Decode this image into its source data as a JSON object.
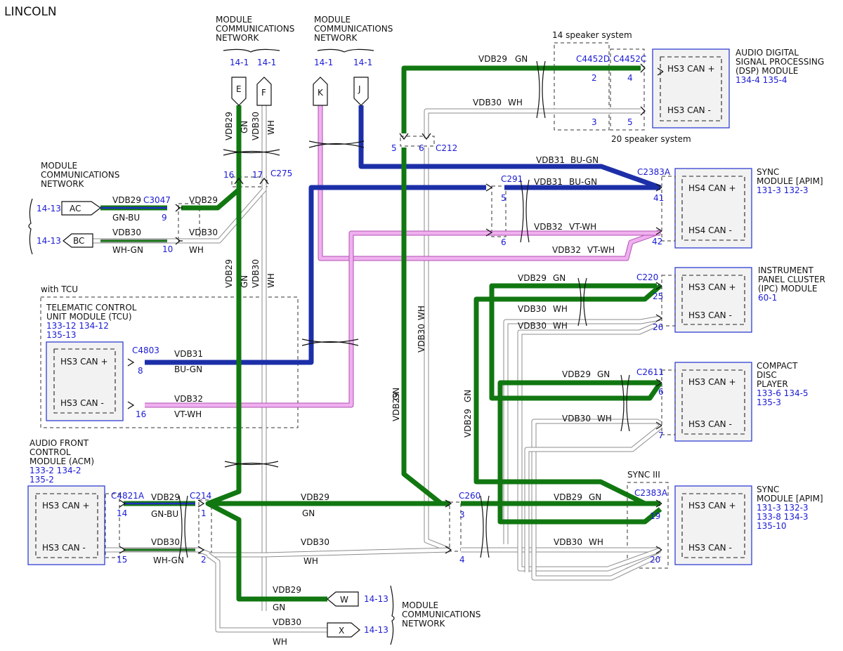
{
  "brand": "LINCOLN",
  "network": {
    "top_left": "MODULE COMMUNICATIONS NETWORK",
    "top_right": "MODULE COMMUNICATIONS NETWORK",
    "left": "MODULE COMMUNICATIONS NETWORK",
    "bottom": "MODULE COMMUNICATIONS NETWORK"
  },
  "flags": {
    "E": {
      "label": "E",
      "ref": "14-1"
    },
    "F": {
      "label": "F",
      "ref": "14-1"
    },
    "K": {
      "label": "K",
      "ref": "14-1"
    },
    "J": {
      "label": "J",
      "ref": "14-1"
    },
    "AC": {
      "label": "AC",
      "ref": "14-13"
    },
    "BC": {
      "label": "BC",
      "ref": "14-13"
    },
    "W": {
      "label": "W",
      "ref": "14-13"
    },
    "X": {
      "label": "X",
      "ref": "14-13"
    }
  },
  "connectors": {
    "C275": "C275",
    "C3047": "C3047",
    "C212": "C212",
    "C4452D": "C4452D",
    "C4452C": "C4452C",
    "C2383A_top": "C2383A",
    "C291": "C291",
    "C220": "C220",
    "C2611": "C2611",
    "C2383A_bot": "C2383A",
    "C4803": "C4803",
    "C4821A": "C4821A",
    "C214": "C214",
    "C260": "C260"
  },
  "pins": {
    "p16": "16",
    "p17": "17",
    "p9": "9",
    "p10": "10",
    "p5a": "5",
    "p6a": "6",
    "p2": "2",
    "p3": "3",
    "p4": "4",
    "p5b": "5",
    "p41": "41",
    "p5c": "5",
    "p6c": "6",
    "p42": "42",
    "p25": "25",
    "p26": "26",
    "p6d": "6",
    "p7": "7",
    "p19": "19",
    "p20": "20",
    "p8": "8",
    "p16b": "16",
    "p14": "14",
    "p15": "15",
    "p1": "1",
    "p2b": "2",
    "p3b": "3",
    "p4b": "4"
  },
  "wires": {
    "vdb29": "VDB29",
    "vdb30": "VDB30",
    "vdb31": "VDB31",
    "vdb32": "VDB32",
    "gn": "GN",
    "wh": "WH",
    "bu_gn": "BU-GN",
    "vt_wh": "VT-WH",
    "gn_bu": "GN-BU",
    "wh_gn": "WH-GN"
  },
  "speaker": {
    "s14": "14 speaker system",
    "s20": "20 speaker system"
  },
  "sync3": "SYNC III",
  "with_tcu": "with TCU",
  "modules": {
    "dsp": {
      "name": "AUDIO DIGITAL SIGNAL PROCESSING (DSP) MODULE",
      "refs": "134-4  135-4",
      "can_hi": "HS3 CAN +",
      "can_lo": "HS3 CAN -"
    },
    "sync_top": {
      "name": "SYNC MODULE [APIM]",
      "refs": "131-3  132-3",
      "can_hi": "HS4 CAN +",
      "can_lo": "HS4 CAN -"
    },
    "ipc": {
      "name": "INSTRUMENT PANEL CLUSTER (IPC) MODULE",
      "refs": "60-1",
      "can_hi": "HS3 CAN +",
      "can_lo": "HS3 CAN -"
    },
    "cd": {
      "name": "COMPACT DISC PLAYER",
      "refs1": "133-6  134-5",
      "refs2": "135-3",
      "can_hi": "HS3 CAN +",
      "can_lo": "HS3 CAN -"
    },
    "sync_bot": {
      "name": "SYNC MODULE [APIM]",
      "refs1": "131-3  132-3",
      "refs2": "133-8  134-3",
      "refs3": "135-10",
      "can_hi": "HS3 CAN +",
      "can_lo": "HS3 CAN -"
    },
    "tcu": {
      "name1": "TELEMATIC CONTROL",
      "name2": "UNIT MODULE (TCU)",
      "refs1": "133-12  134-12",
      "refs2": "135-13",
      "can_hi": "HS3 CAN +",
      "can_lo": "HS3 CAN -"
    },
    "acm": {
      "name1": "AUDIO FRONT",
      "name2": "CONTROL",
      "name3": "MODULE (ACM)",
      "refs1": "133-2  134-2",
      "refs2": "135-2",
      "can_hi": "HS3 CAN +",
      "can_lo": "HS3 CAN -"
    }
  }
}
